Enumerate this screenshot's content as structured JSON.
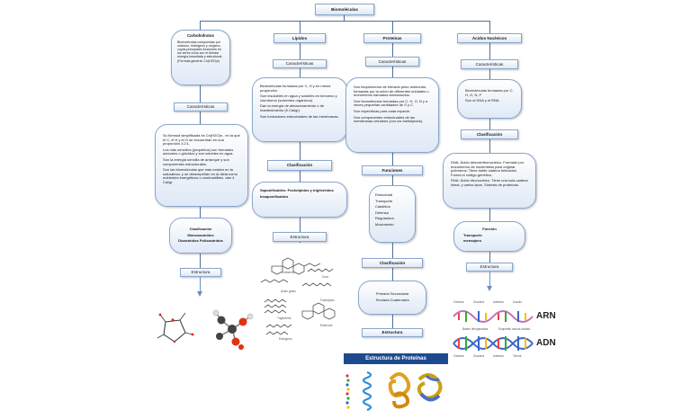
{
  "root": "Biomoléculas",
  "col1": {
    "header": "Carbohidratos",
    "intro": [
      "Biomoléculas compuestas por carbono, hidrógeno y oxígeno, cuyas principales funciones en los seres vivos son el brindar energía inmediata y estructural. (Fórmula general: Cn(H2O)n)"
    ],
    "car_label": "Características",
    "car_text": [
      "Su fórmula simplificada es Cn(H2O)n , en la que el C, el H y el O se encuentran en una proporción 1:2:1.",
      "Los más sencillos (pequeños) son formados azúcares o glúcidos y son solubles en agua.",
      "Son la energía sencilla de arranque y son componentes estructurales.",
      "Son las biomoléculas que más existen en la naturaleza, y se desempeñan en la dieta como nutrientes energéticos o combustibles. dan 4 Cal/gr"
    ],
    "clas_title": "Clasificación",
    "clas_items": [
      "Monosacáridos",
      "Disacáridos Polisacáridos"
    ],
    "estructura": "Estructura"
  },
  "col2": {
    "header": "Lípidos",
    "car_label": "Características",
    "car_text": [
      "Biomoléculas formadas por C, H y en menor proporción.",
      "Son insolubles en agua y solubles en benceno y cloroformo (solventes orgánicos).",
      "Dan la energía de almacenamiento o de mantenimiento (9 Cal/gr).",
      "Son formadores estructurales de las membranas."
    ],
    "clas_label": "Clasificación",
    "clas_text": [
      "Saponificables: Fosfolípidos y triglicéridos",
      "Insaponificables"
    ],
    "estructura": "Estructura",
    "mol_labels": [
      "Colesterol",
      "Cera",
      "Ácido graso",
      "Fosfolípido",
      "Triglicérido",
      "Esteroide",
      "Estrógeno"
    ]
  },
  "col3": {
    "header": "Proteínas",
    "car_label": "Características",
    "car_text": [
      "Son biopolímeros de elevado peso molecular, formadas por la unión de diferentes unidades o monómeros llamados aminoácidos.",
      "Son biomoléculas formadas por C, H, O, N y a veces pequeñas cantidades de S y C.",
      "Son específicas para cada especie.",
      "Son componentes estructurales de las membranas celulares (con los fosfolípidos)."
    ],
    "func_label": "Funciones",
    "func_items": [
      "Estructural",
      "Transporte",
      "Catalítica",
      "Defensa",
      "Reguladora",
      "Movimiento"
    ],
    "clas_label": "Clasificación",
    "clas_text": [
      "Primaria Secundaria",
      "Terciaria Cuaternaria"
    ],
    "estructura": "Estructura",
    "banner": "Estructura de Proteínas"
  },
  "col4": {
    "header": "Ácidos Nucleicos",
    "car_label": "Características",
    "car_text": [
      "Biomoléculas formadas por C, H, O, N, P",
      "Son el DNA y el RNA"
    ],
    "clas_label": "Clasificación",
    "clas_text": [
      "DNA: Ácido desoxirribonucleico. Formado por monómeros de nucleótidos para originar polímeros. Tiene doble cadena helicoidal. Forma el código genético.",
      "RNA: Ácido ribonucleico. Tiene una sola cadena lineal, y varios tipos. Síntesis de proteínas."
    ],
    "func_label": "Función",
    "func_items": [
      "Transporte",
      "mensajero"
    ],
    "estructura": "Estructura",
    "arn": "ARN",
    "adn": "ADN",
    "helix_labels": [
      "Citosina",
      "Guanina",
      "Adenina",
      "Uracilo",
      "Bases nitrogenadas",
      "Esqueleto azúcar-fosfato",
      "Timina"
    ]
  },
  "colors": {
    "line": "#4f6f9f",
    "box_border": "#8aa6cc",
    "banner": "#1d4a8f",
    "arrow": "#6a8fc4"
  }
}
